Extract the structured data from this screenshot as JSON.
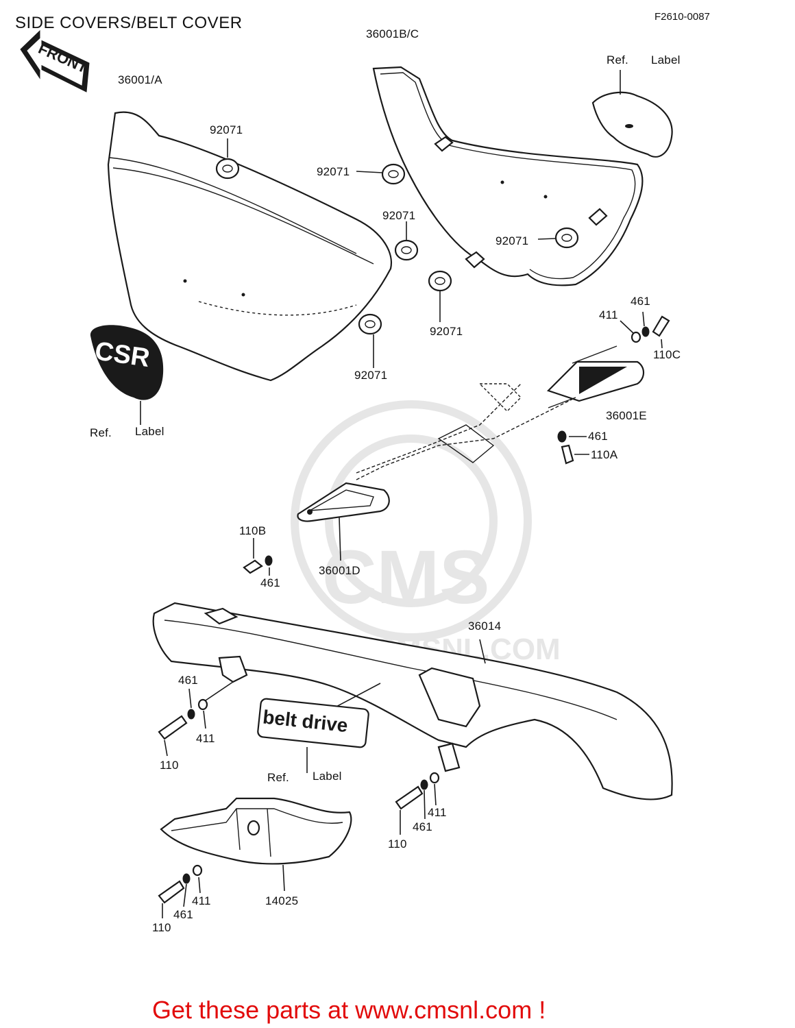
{
  "title": "SIDE COVERS/BELT COVER",
  "figure_code": "F2610-0087",
  "front_arrow_text": "FRONT",
  "badges": {
    "left_cover_badge": "CSR",
    "belt_label": "belt drive"
  },
  "watermark": {
    "logo": "CMS",
    "url": "WWW.CMSNL.COM"
  },
  "labels": {
    "p36001A": "36001/A",
    "p36001BC": "36001B/C",
    "ref_top": "Ref.",
    "label_top": "Label",
    "g1": "92071",
    "g2": "92071",
    "g3": "92071",
    "g4": "92071",
    "g5": "92071",
    "g6": "92071",
    "ref_left": "Ref.",
    "label_left": "Label",
    "n461_top": "461",
    "n411_top": "411",
    "n110C": "110C",
    "p36001E": "36001E",
    "n461_mid": "461",
    "n110A": "110A",
    "n110B": "110B",
    "n461_lb": "461",
    "p36001D": "36001D",
    "p36014": "36014",
    "n461_l": "461",
    "n411_l": "411",
    "n110_l": "110",
    "ref_bottom": "Ref.",
    "label_bottom": "Label",
    "n411_r": "411",
    "n461_r": "461",
    "n110_r": "110",
    "n411_b": "411",
    "n461_b": "461",
    "n110_b": "110",
    "p14025": "14025"
  },
  "footer": "Get these parts at www.cmsnl.com !",
  "colors": {
    "footer": "#e20b0b",
    "watermark": "#e6e6e6",
    "ink": "#1a1a1a"
  }
}
